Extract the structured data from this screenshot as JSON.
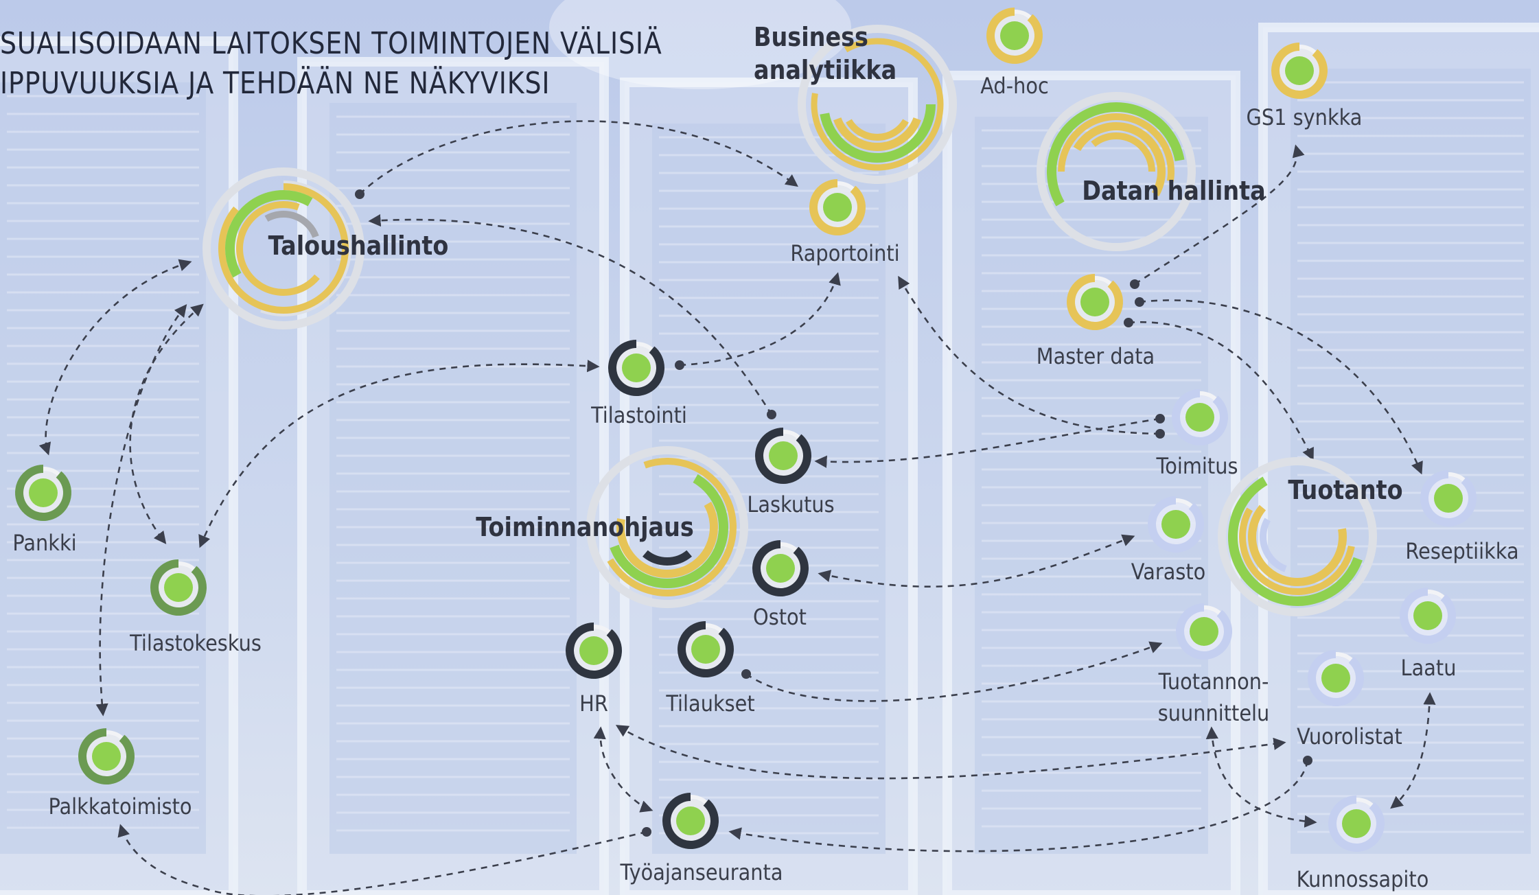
{
  "title": {
    "line1": "SUALISOIDAAN LAITOKSEN TOIMINTOJEN VÄLISIÄ",
    "line2": "IPPUVUUKSIA JA TEHDÄÄN NE NÄKYVIKSI"
  },
  "hubs": {
    "business_1": "Business",
    "business_2": "analytiikka",
    "taloushallinto": "Taloushallinto",
    "datan_hallinta": "Datan hallinta",
    "toiminnanohjaus": "Toiminnanohjaus",
    "tuotanto": "Tuotanto"
  },
  "nodes": {
    "adhoc": "Ad-hoc",
    "gs1": "GS1 synkka",
    "raportointi": "Raportointi",
    "master_data": "Master data",
    "tilastointi": "Tilastointi",
    "laskutus": "Laskutus",
    "toimitus": "Toimitus",
    "pankki": "Pankki",
    "tilastokeskus": "Tilastokeskus",
    "ostot": "Ostot",
    "varasto": "Varasto",
    "reseptiikka": "Reseptiikka",
    "hr": "HR",
    "tilaukset": "Tilaukset",
    "tuotannon_1": "Tuotannon-",
    "tuotannon_2": "suunnittelu",
    "laatu": "Laatu",
    "vuorolistat": "Vuorolistat",
    "palkkatoimisto": "Palkkatoimisto",
    "tyoajanseuranta": "Työajanseuranta",
    "kunnossapito": "Kunnossapito"
  },
  "colors": {
    "green": "#8fd14f",
    "yellow": "#e6c457",
    "light_grey": "#dde0e6",
    "dark": "#2f3540",
    "muted_green": "#6b9a52",
    "lavender": "#c4cff0",
    "line": "#3b3f4c"
  }
}
